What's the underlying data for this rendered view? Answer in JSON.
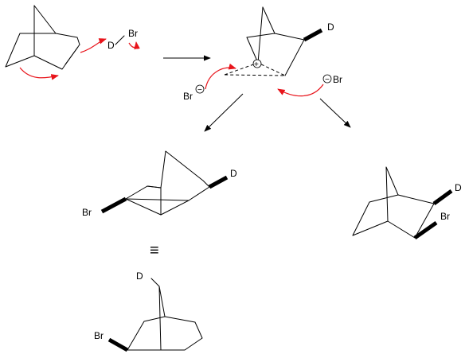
{
  "labels": {
    "reagent_d": "D",
    "reagent_br": "Br",
    "intermediate_d": "D",
    "intermediate_plus": "+",
    "bromide_left": "Br",
    "bromide_left_charge": "−",
    "bromide_right_charge": "−",
    "bromide_right": "Br",
    "product_left_d": "D",
    "product_left_br": "Br",
    "product_right_d": "D",
    "product_right_br": "Br",
    "equivalence": "≡",
    "product_bottom_d": "D",
    "product_bottom_br": "Br"
  },
  "colors": {
    "bond": "#000000",
    "electron_arrow": "#e8141b",
    "background": "#ffffff"
  }
}
